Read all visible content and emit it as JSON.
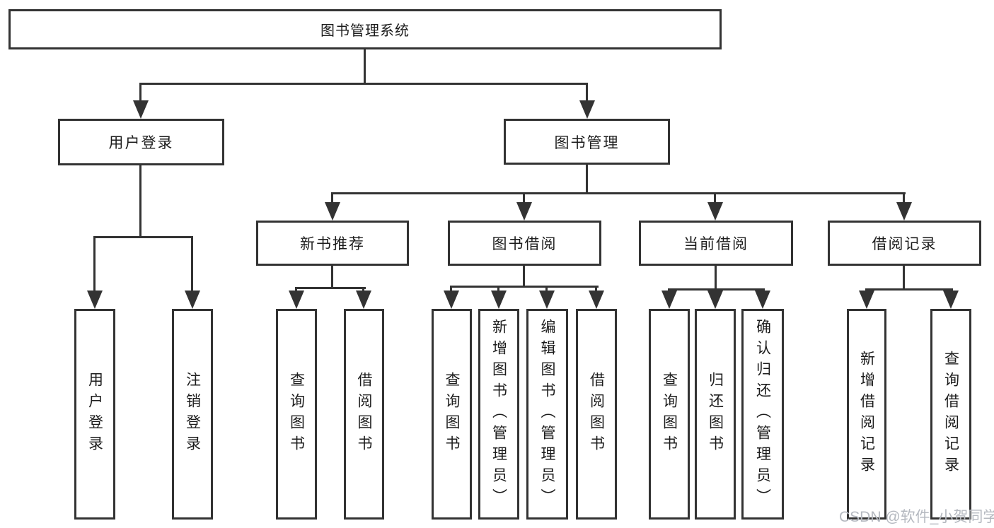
{
  "tree": {
    "root": "图书管理系统",
    "branches": [
      {
        "label": "用户登录",
        "children": [
          {
            "label": "用户登录"
          },
          {
            "label": "注销登录"
          }
        ]
      },
      {
        "label": "图书管理",
        "children": [
          {
            "label": "新书推荐",
            "children": [
              {
                "label": "查询图书"
              },
              {
                "label": "借阅图书"
              }
            ]
          },
          {
            "label": "图书借阅",
            "children": [
              {
                "label": "查询图书"
              },
              {
                "label": "新增图书（管理员）"
              },
              {
                "label": "编辑图书（管理员）"
              },
              {
                "label": "借阅图书"
              }
            ]
          },
          {
            "label": "当前借阅",
            "children": [
              {
                "label": "查询图书"
              },
              {
                "label": "归还图书"
              },
              {
                "label": "确认归还（管理员）"
              }
            ]
          },
          {
            "label": "借阅记录",
            "children": [
              {
                "label": "新增借阅记录"
              },
              {
                "label": "查询借阅记录"
              }
            ]
          }
        ]
      }
    ]
  },
  "watermark": "CSDN @软件_小贺同学",
  "colors": {
    "line": "#333333",
    "text": "#1c1c1c",
    "watermark": "#b5b9c0",
    "background": "#ffffff"
  }
}
